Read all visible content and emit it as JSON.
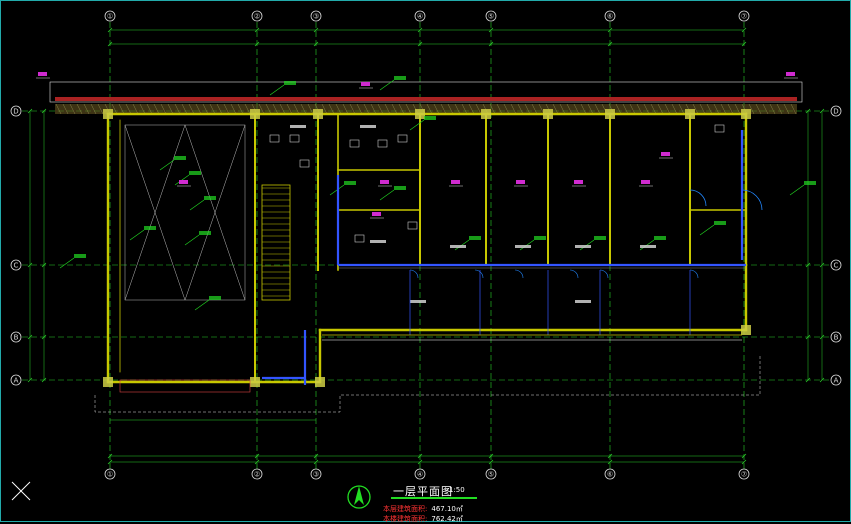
{
  "drawing": {
    "title": "一层平面图",
    "scale": "1:50",
    "area_floor_label": "本层建筑面积:",
    "area_floor_value": "467.10㎡",
    "area_total_label": "本楼建筑面积:",
    "area_total_value": "762.42㎡"
  },
  "axes": {
    "columns": [
      "①",
      "②",
      "③",
      "④",
      "⑤",
      "⑥",
      "⑦"
    ],
    "rows": [
      "D",
      "C",
      "B",
      "A"
    ]
  },
  "colors": {
    "background": "#000000",
    "wall": "#c8c800",
    "axis": "#2ad22a",
    "dimension": "#2ad22a",
    "window": "#3355ff",
    "annotation": "#22dd22",
    "tag": "#d02bd0",
    "roof_band": "#aa2222"
  },
  "icons": {
    "north_arrow": "north-arrow-icon",
    "ucs": "ucs-cross-icon"
  }
}
